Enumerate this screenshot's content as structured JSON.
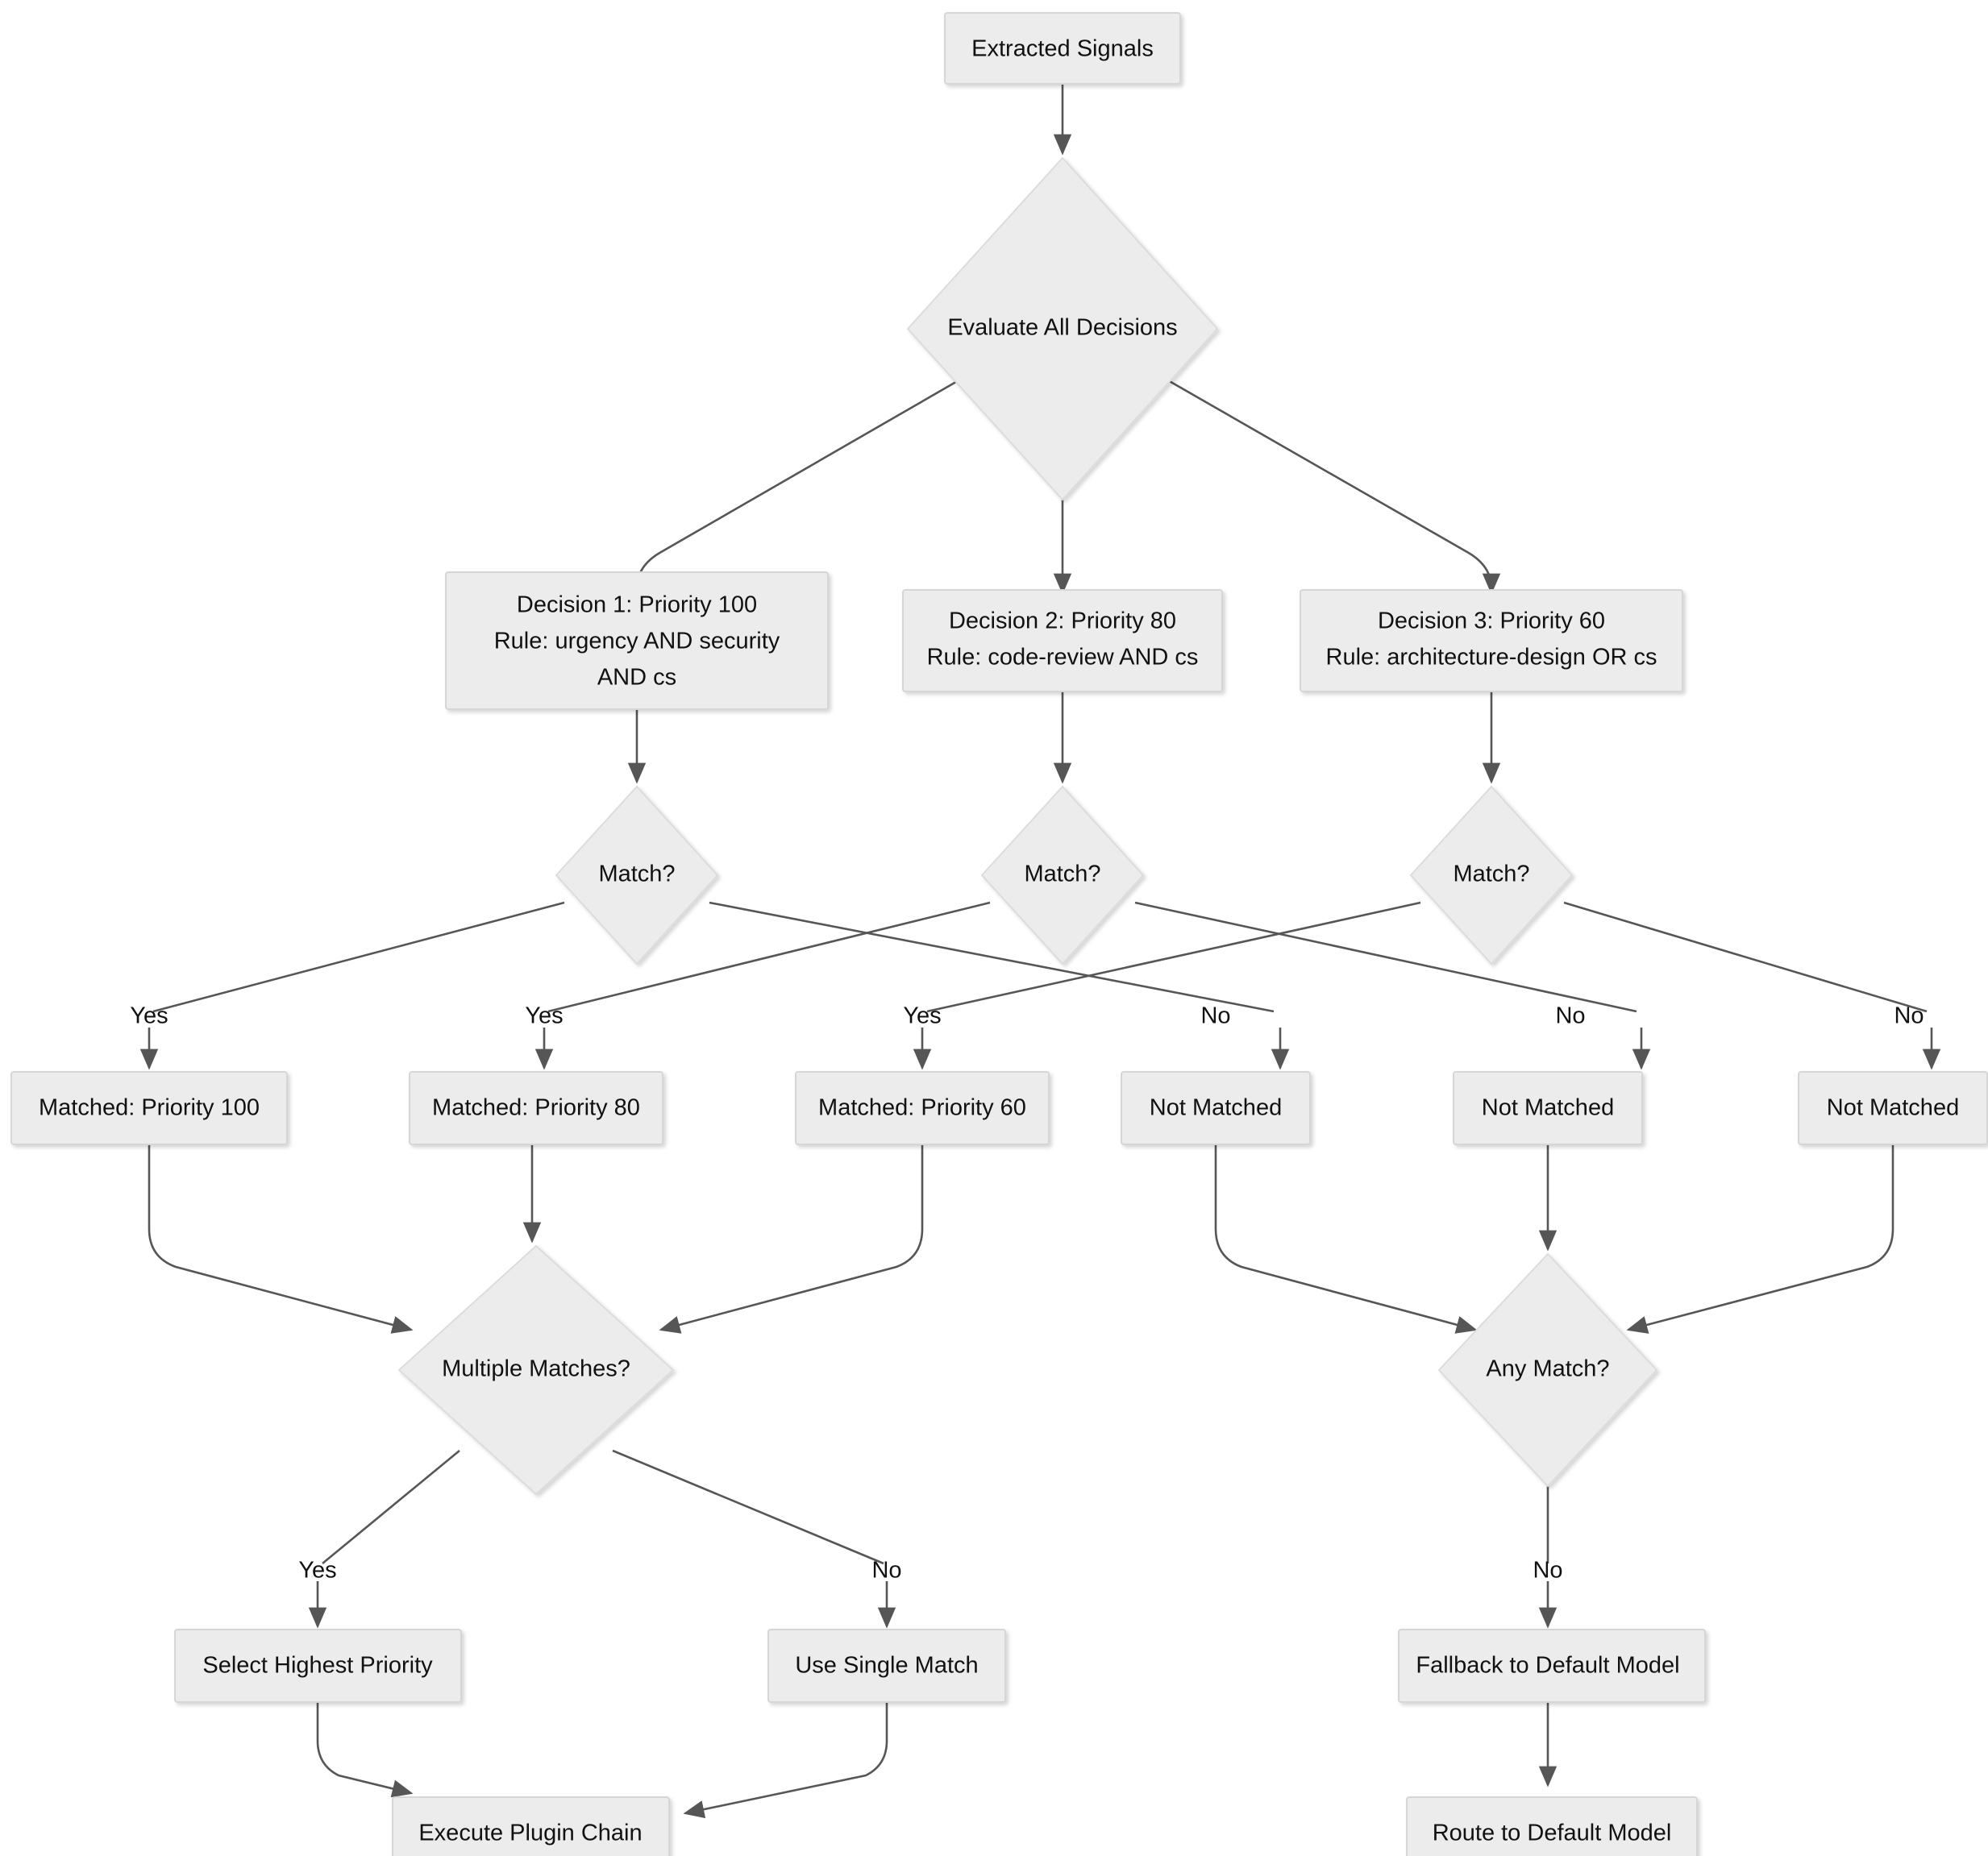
{
  "diagram": {
    "title": "Decision Routing Flowchart",
    "type": "flowchart",
    "background": "#ffffff",
    "node_fill": "#ececec",
    "node_stroke": "#d6d6d6",
    "edge_color": "#565656",
    "text_color": "#111111"
  },
  "nodes": {
    "start": {
      "label": "Extracted Signals"
    },
    "evaluate": {
      "label": "Evaluate All Decisions"
    },
    "decision1": {
      "line1": "Decision 1: Priority 100",
      "line2": "Rule: urgency AND security",
      "line3": "AND cs"
    },
    "decision2": {
      "line1": "Decision 2: Priority 80",
      "line2": "Rule: code-review AND cs"
    },
    "decision3": {
      "line1": "Decision 3: Priority 60",
      "line2": "Rule: architecture-design OR cs"
    },
    "match1": {
      "label": "Match?"
    },
    "match2": {
      "label": "Match?"
    },
    "match3": {
      "label": "Match?"
    },
    "matched100": {
      "label": "Matched: Priority 100"
    },
    "matched80": {
      "label": "Matched: Priority 80"
    },
    "matched60": {
      "label": "Matched: Priority 60"
    },
    "notmatched1": {
      "label": "Not Matched"
    },
    "notmatched2": {
      "label": "Not Matched"
    },
    "notmatched3": {
      "label": "Not Matched"
    },
    "multiple": {
      "label": "Multiple Matches?"
    },
    "anymatch": {
      "label": "Any Match?"
    },
    "selecthighest": {
      "label": "Select Highest Priority"
    },
    "usesingle": {
      "label": "Use Single Match"
    },
    "fallback": {
      "label": "Fallback to Default Model"
    },
    "execute": {
      "label": "Execute Plugin Chain"
    },
    "route": {
      "label": "Route to Default Model"
    }
  },
  "edge_labels": {
    "yes1": "Yes",
    "yes2": "Yes",
    "yes3": "Yes",
    "no1": "No",
    "no2": "No",
    "no3": "No",
    "multi_yes": "Yes",
    "multi_no": "No",
    "any_no": "No"
  }
}
